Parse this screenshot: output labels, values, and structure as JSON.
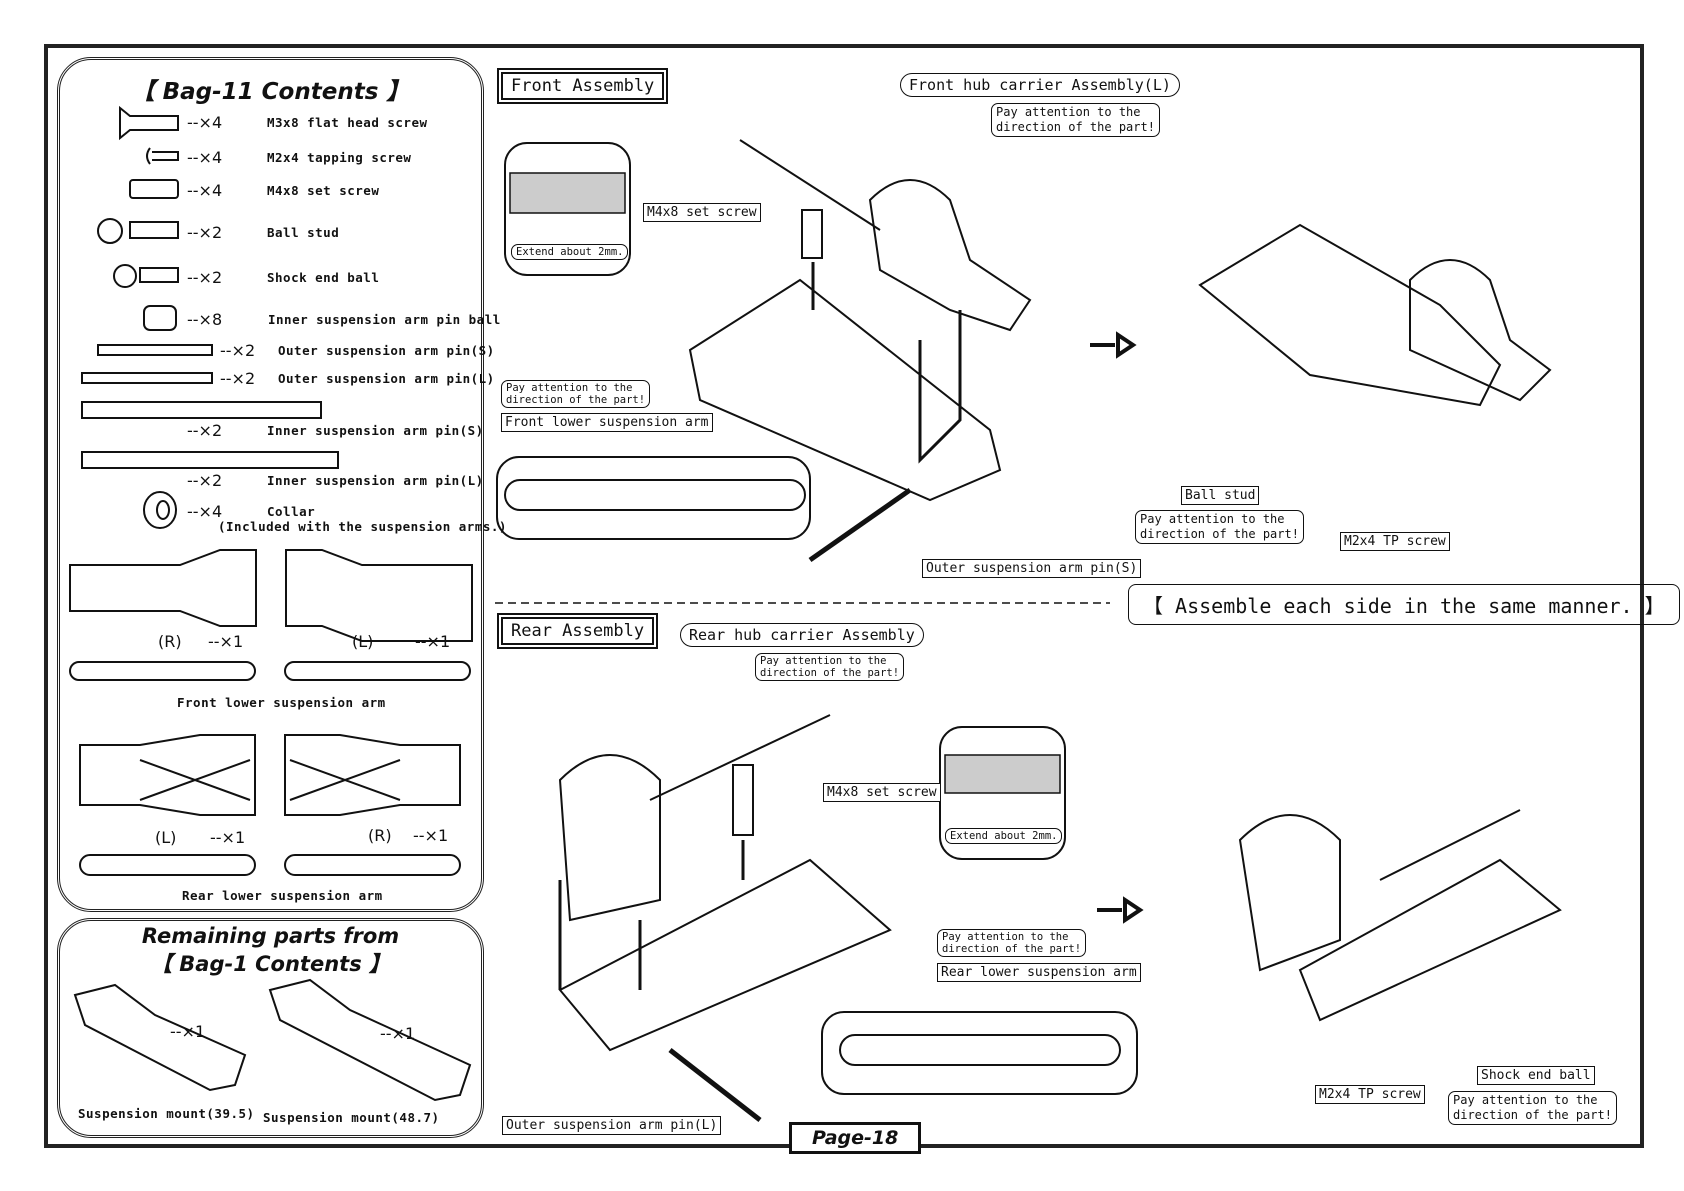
{
  "bag_contents": {
    "title": "【 Bag-11 Contents 】",
    "items": [
      {
        "qty": "--×4",
        "name": "M3x8 flat head screw",
        "icon": "flat-head-screw-icon"
      },
      {
        "qty": "--×4",
        "name": "M2x4 tapping screw",
        "icon": "tapping-screw-icon"
      },
      {
        "qty": "--×4",
        "name": "M4x8 set screw",
        "icon": "set-screw-icon"
      },
      {
        "qty": "--×2",
        "name": "Ball stud",
        "icon": "ball-stud-icon"
      },
      {
        "qty": "--×2",
        "name": "Shock end ball",
        "icon": "shock-end-ball-icon"
      },
      {
        "qty": "--×8",
        "name": "Inner suspension arm pin ball",
        "icon": "pin-ball-icon"
      },
      {
        "qty": "--×2",
        "name": "Outer suspension arm pin(S)",
        "icon": "pin-icon"
      },
      {
        "qty": "--×2",
        "name": "Outer suspension arm pin(L)",
        "icon": "pin-icon"
      },
      {
        "qty": "--×2",
        "name": "Inner suspension arm pin(S)",
        "icon": "pin-icon"
      },
      {
        "qty": "--×2",
        "name": "Inner suspension arm pin(L)",
        "icon": "pin-icon"
      },
      {
        "qty": "--×4",
        "name": "Collar",
        "icon": "collar-icon"
      }
    ],
    "collar_note": "(Included with the suspension arms.)",
    "front_arm": {
      "right": "(R)",
      "right_qty": "--×1",
      "left": "(L)",
      "left_qty": "--×1",
      "caption": "Front lower suspension arm"
    },
    "rear_arm": {
      "left": "(L)",
      "left_qty": "--×1",
      "right": "(R)",
      "right_qty": "--×1",
      "caption": "Rear lower suspension arm"
    }
  },
  "remaining": {
    "title_line1": "Remaining parts from",
    "title_line2": "【 Bag-1 Contents 】",
    "mount1": {
      "qty": "--×1",
      "caption": "Suspension mount(39.5)"
    },
    "mount2": {
      "qty": "--×1",
      "caption": "Suspension mount(48.7)"
    }
  },
  "front": {
    "section": "Front Assembly",
    "hub_label": "Front hub carrier Assembly(L)",
    "hub_note": "Pay attention to the\ndirection of the part!",
    "set_screw": "M4x8 set screw",
    "extend": "Extend about 2mm.",
    "arm_note": "Pay attention to the\ndirection of the part!",
    "arm_label": "Front lower suspension arm",
    "pin_label": "Outer suspension arm pin(S)",
    "ball_stud": "Ball stud",
    "ball_note": "Pay attention to the\ndirection of the part!",
    "tp_screw": "M2x4 TP screw"
  },
  "assemble_note": "【 Assemble each side in the same manner. 】",
  "rear": {
    "section": "Rear Assembly",
    "hub_label": "Rear hub carrier Assembly",
    "hub_note": "Pay attention to the\ndirection of the part!",
    "set_screw": "M4x8 set screw",
    "extend": "Extend about 2mm.",
    "arm_note": "Pay attention to the\ndirection of the part!",
    "arm_label": "Rear lower suspension arm",
    "pin_label": "Outer suspension arm pin(L)",
    "tp_screw": "M2x4 TP screw",
    "shock_ball": "Shock end ball",
    "shock_note": "Pay attention to the\ndirection of the part!"
  },
  "page_label": "Page-18"
}
